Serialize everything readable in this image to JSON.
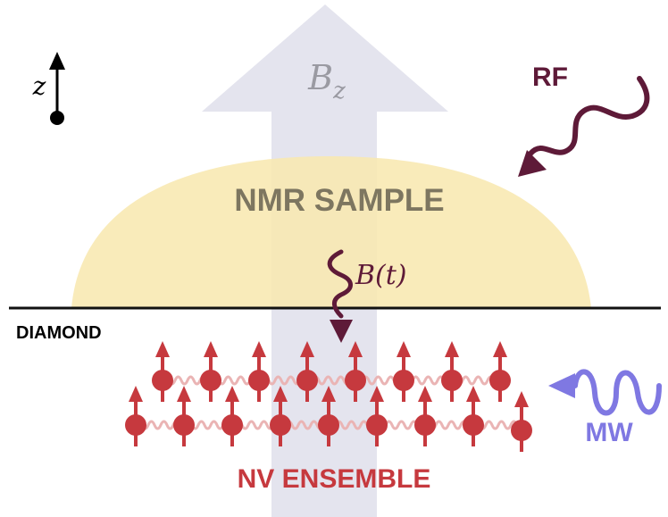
{
  "labels": {
    "bz_main": "B",
    "bz_sub": "z",
    "sample": "NMR SAMPLE",
    "rf": "RF",
    "diamond": "DIAMOND",
    "bt": "B(t)",
    "mw": "MW",
    "nv": "NV ENSEMBLE",
    "z_axis": "z"
  },
  "colors": {
    "field_arrow": "#e4e4ee",
    "sample_fill": "#f8e8b0",
    "sample_text": "#7d7660",
    "rf_wave": "#5e1a38",
    "bt_wave": "#5e1a38",
    "mw_wave": "#7f78e2",
    "nv_spin": "#c6393e",
    "nv_coupling": "#eab4b4",
    "nv_text": "#c6393e",
    "diamond_line": "#111111",
    "axis": "#000000"
  },
  "icons": {
    "field": "field-arrow-icon",
    "rf": "rf-wave-icon",
    "bt": "signal-wave-icon",
    "mw": "mw-wave-icon",
    "spin": "spin-up-icon",
    "axis": "z-axis-icon"
  },
  "nv_rows": [
    {
      "count": 8
    },
    {
      "count": 9
    }
  ]
}
